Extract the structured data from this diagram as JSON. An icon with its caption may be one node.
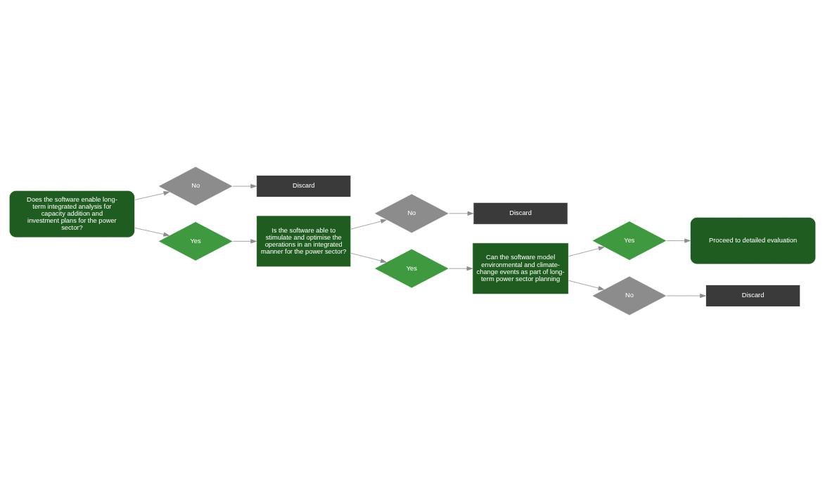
{
  "diagram": {
    "nodes": [
      {
        "text": [
          "Does the software enable long-term integrated analysis for capacity addition and investment plans for the power sector?"
        ]
      },
      {
        "text": [
          "No"
        ]
      },
      {
        "text": [
          "Discard"
        ]
      },
      {
        "text": [
          "Yes"
        ]
      },
      {
        "text": [
          "Is the software able to stimulate and optimise the operations in an integrated manner for the power sector?"
        ]
      },
      {
        "text": [
          "No"
        ]
      },
      {
        "text": [
          "Discard"
        ]
      },
      {
        "text": [
          "Yes"
        ]
      },
      {
        "text": [
          "Can the software model environmental and climate-change events as part of long-term power sector planning"
        ]
      },
      {
        "text": [
          "Yes"
        ]
      },
      {
        "text": [
          "Proceed to detailed evaluation"
        ]
      },
      {
        "text": [
          "No"
        ]
      },
      {
        "text": [
          "Discard"
        ]
      }
    ],
    "edges": [
      {
        "from": 0,
        "to": 1,
        "arrow": "to"
      },
      {
        "from": 0,
        "to": 3,
        "arrow": "to"
      },
      {
        "from": 1,
        "to": 2,
        "arrow": "to"
      },
      {
        "from": 3,
        "to": 4,
        "arrow": "to"
      },
      {
        "from": 4,
        "to": 5,
        "arrow": "to"
      },
      {
        "from": 4,
        "to": 7,
        "arrow": "to"
      },
      {
        "from": 5,
        "to": 6,
        "arrow": "to"
      },
      {
        "from": 7,
        "to": 8,
        "arrow": "to"
      },
      {
        "from": 8,
        "to": 9,
        "arrow": "to"
      },
      {
        "from": 8,
        "to": 11,
        "arrow": "to"
      },
      {
        "from": 9,
        "to": 10,
        "arrow": "to"
      },
      {
        "from": 11,
        "to": 12,
        "arrow": "to"
      }
    ]
  }
}
